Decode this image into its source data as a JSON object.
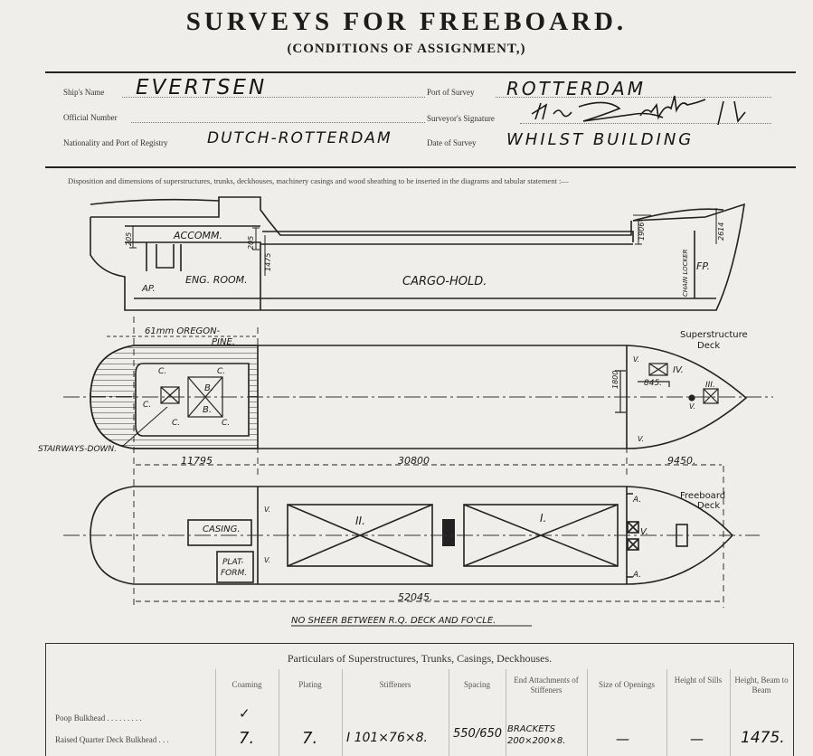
{
  "header": {
    "title": "SURVEYS FOR FREEBOARD.",
    "subtitle": "(CONDITIONS OF ASSIGNMENT,)"
  },
  "form": {
    "ship_name_label": "Ship's Name",
    "ship_name": "EVERTSEN",
    "official_number_label": "Official Number",
    "nationality_label": "Nationality and Port of Registry",
    "nationality": "DUTCH-ROTTERDAM",
    "port_label": "Port of Survey",
    "port": "ROTTERDAM",
    "signature_label": "Surveyor's Signature",
    "date_label": "Date of Survey",
    "date": "WHILST BUILDING"
  },
  "instruction": "Disposition and dimensions of superstructures, trunks, deckhouses, machinery casings and wood sheathing to be inserted in the diagrams and tabular statement :—",
  "diagram": {
    "accomm": "ACCOMM.",
    "eng_room": "ENG. ROOM.",
    "cargo_hold": "CARGO-HOLD.",
    "ap": "AP.",
    "fp": "FP.",
    "chain_locker": "CHAIN LOCKER",
    "dim_205a": "205",
    "dim_205b": "205",
    "dim_1475": "1475",
    "dim_1906": "1906",
    "dim_2614": "2614",
    "oregon_1": "61mm OREGON-",
    "oregon_2": "PINE.",
    "superstructure_deck_1": "Superstructure",
    "superstructure_deck_2": "Deck",
    "stairways": "STAIRWAYS-DOWN.",
    "dim_1800": "1800",
    "dim_845": "845.",
    "c_label": "C.",
    "b_label": "B.",
    "v_label": "V.",
    "hatch_iv": "IV.",
    "hatch_iii": "III.",
    "len_11795": "11795",
    "len_30800": "30800",
    "len_9450": "9450.",
    "freeboard_deck_1": "Freeboard",
    "freeboard_deck_2": "Deck",
    "casing": "CASING.",
    "plat_1": "PLAT-",
    "plat_2": "FORM.",
    "hatch_ii": "II.",
    "hatch_i": "I.",
    "hatch_v": "V.",
    "a_label": "A.",
    "len_52045": "52045.",
    "no_sheer": "NO SHEER BETWEEN R.Q. DECK AND FO'CLE."
  },
  "table": {
    "title": "Particulars of Superstructures, Trunks, Casings, Deckhouses.",
    "columns": [
      "Coaming",
      "Plating",
      "Stiffeners",
      "Spacing",
      "End Attachments of Stiffeners",
      "Size of Openings",
      "Height of Sills",
      "Height, Beam to Beam"
    ],
    "rows": [
      {
        "label": "Poop Bulkhead . . . . . . . . .",
        "coaming": "✓",
        "plating": "",
        "stiffeners": "",
        "spacing": "",
        "end": "",
        "openings": "",
        "sills": "",
        "height": ""
      },
      {
        "label": "Raised Quarter Deck Bulkhead . . .",
        "coaming": "7.",
        "plating": "7.",
        "stiffeners": "I 101×76×8.",
        "spacing": "550/650",
        "end": "BRACKETS 200×200×8.",
        "openings": "—",
        "sills": "—",
        "height": "1475."
      }
    ]
  }
}
